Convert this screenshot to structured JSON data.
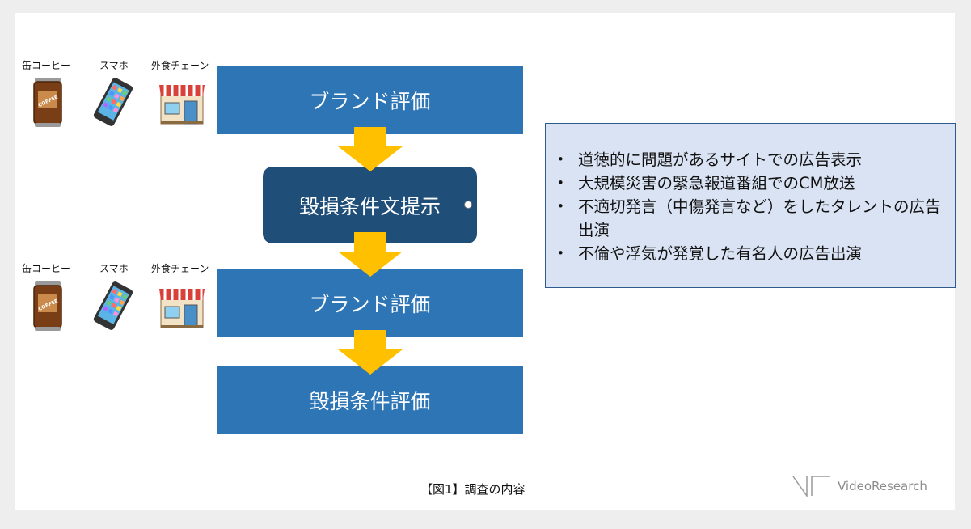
{
  "products": [
    {
      "label": "缶コーヒー",
      "icon": "coffee-can-icon"
    },
    {
      "label": "スマホ",
      "icon": "smartphone-icon"
    },
    {
      "label": "外食チェーン",
      "icon": "restaurant-store-icon"
    }
  ],
  "flow": {
    "step1": "ブランド評価",
    "step2": "毀損条件文提示",
    "step3": "ブランド評価",
    "step4": "毀損条件評価"
  },
  "conditions": [
    "道徳的に問題があるサイトでの広告表示",
    "大規模災害の緊急報道番組でのCM放送",
    "不適切発言（中傷発言など）をしたタレントの広告出演",
    "不倫や浮気が発覚した有名人の広告出演"
  ],
  "caption": "【図1】調査の内容",
  "logo": {
    "text": "VideoResearch"
  },
  "colors": {
    "flow_box": "#2e75b6",
    "flow_box_dark": "#1f4e79",
    "arrow": "#ffc000",
    "callout_bg": "#dae3f3",
    "callout_border": "#2e5a8e"
  }
}
